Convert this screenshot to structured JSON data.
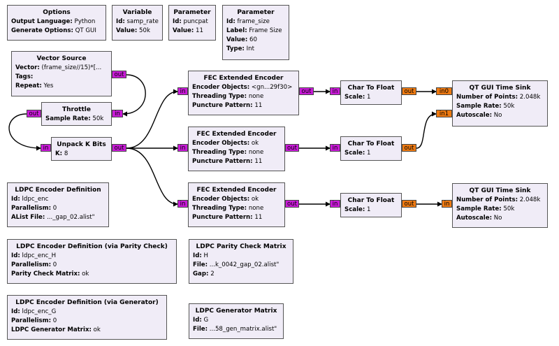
{
  "colors": {
    "block_fill": "#f0ecf7",
    "block_border": "#555555",
    "byte_port": "#c91ad8",
    "float_port": "#ef7a11",
    "wire": "#000000"
  },
  "options": {
    "title": "Options",
    "rows": [
      {
        "k": "Output Language:",
        "v": "Python"
      },
      {
        "k": "Generate Options:",
        "v": "QT GUI"
      }
    ]
  },
  "variable": {
    "title": "Variable",
    "rows": [
      {
        "k": "Id:",
        "v": "samp_rate"
      },
      {
        "k": "Value:",
        "v": "50k"
      }
    ]
  },
  "param_puncpat": {
    "title": "Parameter",
    "rows": [
      {
        "k": "Id:",
        "v": "puncpat"
      },
      {
        "k": "Value:",
        "v": "11"
      }
    ]
  },
  "param_frame": {
    "title": "Parameter",
    "rows": [
      {
        "k": "Id:",
        "v": "frame_size"
      },
      {
        "k": "Label:",
        "v": "Frame Size"
      },
      {
        "k": "Value:",
        "v": "60"
      },
      {
        "k": "Type:",
        "v": "Int"
      }
    ]
  },
  "vector_source": {
    "title": "Vector Source",
    "rows": [
      {
        "k": "Vector:",
        "v": "(frame_size//15)*[..."
      },
      {
        "k": "Tags:",
        "v": ""
      },
      {
        "k": "Repeat:",
        "v": "Yes"
      }
    ],
    "out": "out"
  },
  "throttle": {
    "title": "Throttle",
    "rows": [
      {
        "k": "Sample Rate:",
        "v": "50k"
      }
    ],
    "in": "in",
    "out": "out"
  },
  "unpack": {
    "title": "Unpack K Bits",
    "rows": [
      {
        "k": "K:",
        "v": "8"
      }
    ],
    "in": "in",
    "out": "out"
  },
  "fec1": {
    "title": "FEC Extended Encoder",
    "rows": [
      {
        "k": "Encoder Objects:",
        "v": "<gn...29f30>"
      },
      {
        "k": "Threading Type:",
        "v": "none"
      },
      {
        "k": "Puncture Pattern:",
        "v": "11"
      }
    ],
    "in": "in",
    "out": "out"
  },
  "fec2": {
    "title": "FEC Extended Encoder",
    "rows": [
      {
        "k": "Encoder Objects:",
        "v": "ok"
      },
      {
        "k": "Threading Type:",
        "v": "none"
      },
      {
        "k": "Puncture Pattern:",
        "v": "11"
      }
    ],
    "in": "in",
    "out": "out"
  },
  "fec3": {
    "title": "FEC Extended Encoder",
    "rows": [
      {
        "k": "Encoder Objects:",
        "v": "ok"
      },
      {
        "k": "Threading Type:",
        "v": "none"
      },
      {
        "k": "Puncture Pattern:",
        "v": "11"
      }
    ],
    "in": "in",
    "out": "out"
  },
  "c2f1": {
    "title": "Char To Float",
    "rows": [
      {
        "k": "Scale:",
        "v": "1"
      }
    ],
    "in": "in",
    "out": "out"
  },
  "c2f2": {
    "title": "Char To Float",
    "rows": [
      {
        "k": "Scale:",
        "v": "1"
      }
    ],
    "in": "in",
    "out": "out"
  },
  "c2f3": {
    "title": "Char To Float",
    "rows": [
      {
        "k": "Scale:",
        "v": "1"
      }
    ],
    "in": "in",
    "out": "out"
  },
  "sink1": {
    "title": "QT GUI Time Sink",
    "rows": [
      {
        "k": "Number of Points:",
        "v": "2.048k"
      },
      {
        "k": "Sample Rate:",
        "v": "50k"
      },
      {
        "k": "Autoscale:",
        "v": "No"
      }
    ],
    "in0": "in0",
    "in1": "in1"
  },
  "sink2": {
    "title": "QT GUI Time Sink",
    "rows": [
      {
        "k": "Number of Points:",
        "v": "2.048k"
      },
      {
        "k": "Sample Rate:",
        "v": "50k"
      },
      {
        "k": "Autoscale:",
        "v": "No"
      }
    ],
    "in": "in"
  },
  "ldpc_enc_def": {
    "title": "LDPC Encoder Definition",
    "rows": [
      {
        "k": "Id:",
        "v": "ldpc_enc"
      },
      {
        "k": "Parallelism:",
        "v": "0"
      },
      {
        "k": "AList File:",
        "v": "..._gap_02.alist\""
      }
    ]
  },
  "ldpc_enc_h": {
    "title": "LDPC Encoder Definition (via Parity Check)",
    "rows": [
      {
        "k": "Id:",
        "v": "ldpc_enc_H"
      },
      {
        "k": "Parallelism:",
        "v": "0"
      },
      {
        "k": "Parity Check Matrix:",
        "v": "ok"
      }
    ]
  },
  "ldpc_pcm": {
    "title": "LDPC Parity Check Matrix",
    "rows": [
      {
        "k": "Id:",
        "v": "H"
      },
      {
        "k": "File:",
        "v": "...k_0042_gap_02.alist\""
      },
      {
        "k": "Gap:",
        "v": "2"
      }
    ]
  },
  "ldpc_enc_g": {
    "title": "LDPC Encoder Definition (via Generator)",
    "rows": [
      {
        "k": "Id:",
        "v": "ldpc_enc_G"
      },
      {
        "k": "Parallelism:",
        "v": "0"
      },
      {
        "k": "LDPC Generator Matrix:",
        "v": "ok"
      }
    ]
  },
  "ldpc_gen": {
    "title": "LDPC Generator Matrix",
    "rows": [
      {
        "k": "Id:",
        "v": "G"
      },
      {
        "k": "File:",
        "v": "...58_gen_matrix.alist\""
      }
    ]
  }
}
